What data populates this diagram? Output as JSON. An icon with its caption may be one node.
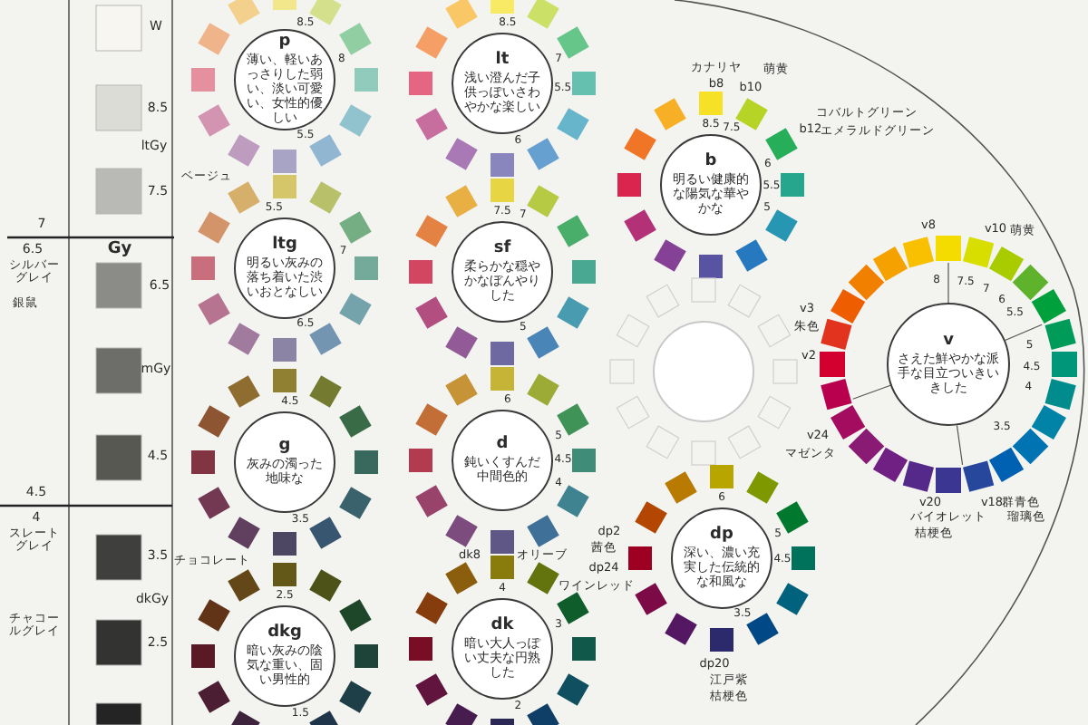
{
  "diagram": {
    "nodes": [
      {
        "text": [
          "p",
          "薄い、軽いあっさりした弱い、淡い可愛い、女性的優しい"
        ],
        "beside": [
          "8.5",
          "8",
          "5.5"
        ]
      },
      {
        "text": [
          "lt",
          "浅い澄んだ子供っぽいさわやかな楽しい"
        ],
        "beside": [
          "8.5",
          "7",
          "5.5",
          "6"
        ]
      },
      {
        "text": [
          "b",
          "明るい健康的な陽気な華やかな"
        ],
        "beside": [
          "8.5",
          "7.5",
          "6",
          "5.5",
          "5"
        ]
      },
      {
        "text": [
          "ltg",
          "明るい灰みの落ち着いた渋いおとなしい"
        ],
        "beside": [
          "5.5",
          "7",
          "6.5"
        ]
      },
      {
        "text": [
          "sf",
          "柔らかな穏やかなぼんやりした"
        ],
        "beside": [
          "7.5",
          "7",
          "5"
        ]
      },
      {
        "text": [],
        "shape": "circle"
      },
      {
        "text": [
          "v",
          "さえた鮮やかな派手な目立ついきいきした"
        ],
        "beside": [
          "8",
          "7.5",
          "7",
          "6",
          "5.5",
          "5",
          "4.5",
          "4",
          "3.5"
        ]
      },
      {
        "text": [
          "g",
          "灰みの濁った地味な"
        ],
        "beside": [
          "4.5",
          "3.5"
        ]
      },
      {
        "text": [
          "d",
          "鈍いくすんだ中間色的"
        ],
        "beside": [
          "6",
          "5",
          "4.5",
          "4"
        ]
      },
      {
        "text": [
          "dp",
          "深い、濃い充実した伝統的な和風な"
        ],
        "beside": [
          "6",
          "5",
          "4.5",
          "3.5"
        ]
      },
      {
        "text": [
          "dkg",
          "暗い灰みの陰気な重い、固い男性的"
        ],
        "beside": [
          "2.5",
          "1.5"
        ]
      },
      {
        "text": [
          "dk",
          "暗い大人っぽい丈夫な円熟した"
        ],
        "beside": [
          "4",
          "3",
          "2"
        ]
      }
    ],
    "labels": [
      "W",
      "カナリヤ",
      "萌黄",
      "b8",
      "b10",
      "8.5",
      "コバルトグリーン",
      "b12",
      "エメラルドグリーン",
      "ltGy",
      "ベージュ",
      "7.5",
      "7",
      "v8",
      "v10",
      "萌黄",
      "6.5",
      "Gy",
      "シルバーグレイ",
      "6.5",
      "銀鼠",
      "v3",
      "朱色",
      "v2",
      "mGy",
      "v24",
      "4.5",
      "マゼンタ",
      "4.5",
      "v20",
      "v18",
      "群青色",
      "4",
      "バイオレット",
      "瑠璃色",
      "スレートグレイ",
      "dp2",
      "桔梗色",
      "3.5",
      "dk8",
      "オリーブ",
      "茜色",
      "チョコレート",
      "dp24",
      "ワインレッド",
      "dkGy",
      "チャコールグレイ",
      "2.5",
      "dp20",
      "江戸紫",
      "桔梗色"
    ]
  }
}
